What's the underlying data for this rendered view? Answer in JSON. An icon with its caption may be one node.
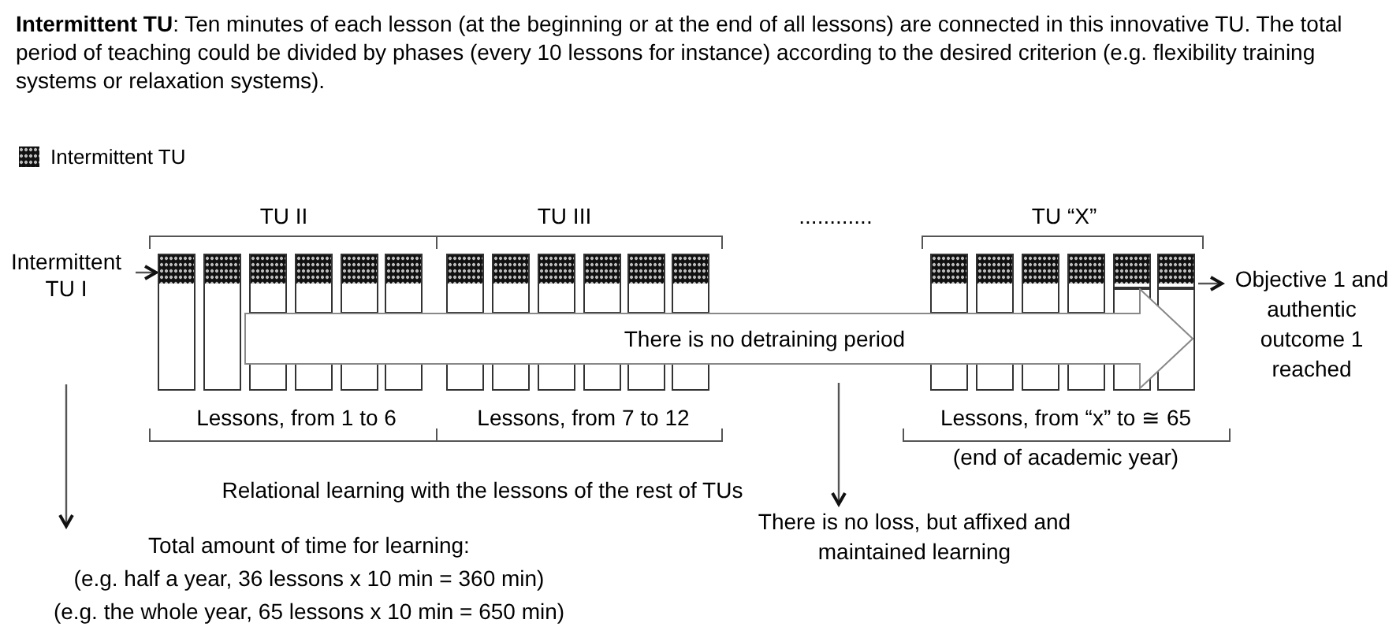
{
  "diagram": {
    "nodes": [
      {
        "text": [
          "Intermittent TU I"
        ]
      },
      {
        "text": [],
        "shape": "bar"
      },
      {
        "text": [],
        "shape": "bar"
      },
      {
        "text": [],
        "shape": "bar"
      },
      {
        "text": [],
        "shape": "bar"
      },
      {
        "text": [],
        "shape": "bar"
      },
      {
        "text": [],
        "shape": "bar"
      },
      {
        "text": [],
        "shape": "bar"
      },
      {
        "text": [],
        "shape": "bar"
      },
      {
        "text": [],
        "shape": "bar"
      },
      {
        "text": [],
        "shape": "bar"
      },
      {
        "text": [],
        "shape": "bar"
      },
      {
        "text": [],
        "shape": "bar"
      },
      {
        "text": [],
        "shape": "bar"
      },
      {
        "text": [],
        "shape": "bar"
      },
      {
        "text": [],
        "shape": "bar"
      },
      {
        "text": [],
        "shape": "bar"
      },
      {
        "text": [],
        "shape": "bar"
      },
      {
        "text": [],
        "shape": "bar"
      },
      {
        "text": [
          "There is no detraining period"
        ]
      },
      {
        "text": [
          "Objective 1 and authentic outcome 1 reached"
        ]
      },
      {
        "text": [
          "Total amount of time for learning:",
          "(e.g. half a year, 36 lessons x 10 min = 360 min)",
          "(e.g. the whole year, 65 lessons x 10 min = 650 min)"
        ]
      },
      {
        "text": [
          "There is no loss, but affixed and maintained learning"
        ]
      }
    ],
    "edges": [
      {
        "from": 0,
        "to": 1,
        "arrow": "to"
      },
      {
        "from": 18,
        "to": 20,
        "arrow": "to"
      },
      {
        "from": 0,
        "to": 21,
        "arrow": "to"
      },
      {
        "from": 19,
        "to": 22,
        "arrow": "to"
      }
    ],
    "labels": [
      "**Intermittent TU**: Ten minutes of each lesson (at the beginning or at the end of all lessons) are connected in this innovative TU. The total period of teaching could be divided by phases (every 10 lessons for instance) according to the desired criterion (e.g. flexibility training systems or relaxation systems).",
      "TU II",
      "TU III",
      "............",
      "TU “X”",
      "Lessons, from 1 to 6",
      "Lessons, from 7 to 12",
      "Lessons, from “x” to ≅ 65",
      "(end of academic year)",
      "Relational learning with the lessons of the rest of TUs"
    ],
    "legend": [
      {
        "text": "Intermittent TU"
      }
    ]
  }
}
